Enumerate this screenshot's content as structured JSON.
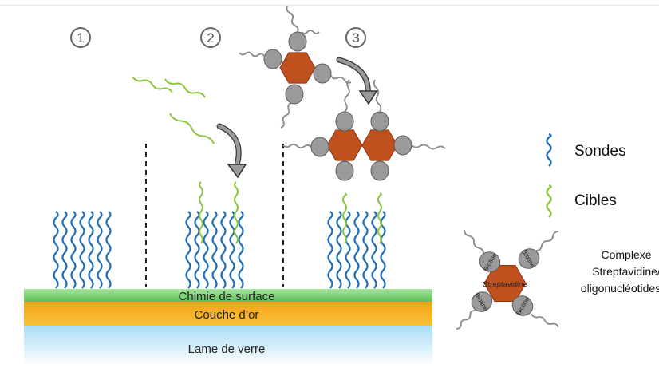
{
  "steps": [
    "1",
    "2",
    "3"
  ],
  "layers": {
    "surface": "Chimie de surface",
    "gold": "Couche d’or",
    "glass": "Lame de verre"
  },
  "legend": {
    "probes": "Sondes",
    "targets": "Cibles",
    "complex_line1": "Complexe",
    "complex_line2": "Streptavidine/",
    "complex_line3": "oligonucléotides",
    "biotine": "Biotine",
    "streptavidine": "Streptavidine"
  },
  "colors": {
    "probe": "#1f6fb8",
    "target": "#8cc63f",
    "streptavidin": "#c0501e",
    "biotin": "#9a9a9a",
    "oligo": "#8a8a8a",
    "surface_green": "#7bd17b",
    "gold": "#f2b016",
    "glass": "#d6effb"
  }
}
